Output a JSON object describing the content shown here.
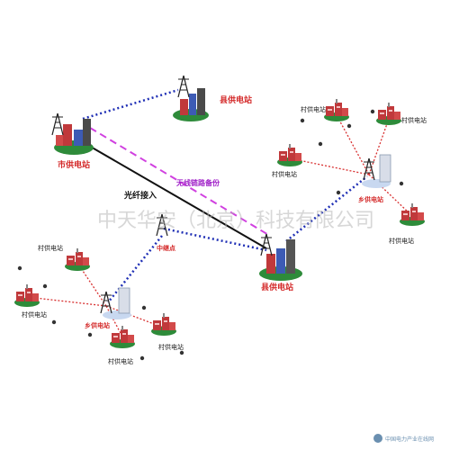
{
  "labels": {
    "city_station": "市供电站",
    "county_station_top": "县供电站",
    "county_station_main": "县供电站",
    "fiber_access": "光纤接入",
    "wireless_backup": "无线链路备份",
    "relay_point": "中继点",
    "township_station_right": "乡供电站",
    "township_station_left": "乡供电站",
    "village_station": "村供电站"
  },
  "watermark": "中天华安（北京）科技有限公司",
  "corner_logo": "中国电力产业在线网",
  "colors": {
    "label_red": "#d42a2a",
    "link_blue": "#1f2fb5",
    "link_red": "#d83030",
    "wireless_magenta": "#d040e0",
    "fiber_black": "#111111",
    "node_red": "#c0393b"
  }
}
